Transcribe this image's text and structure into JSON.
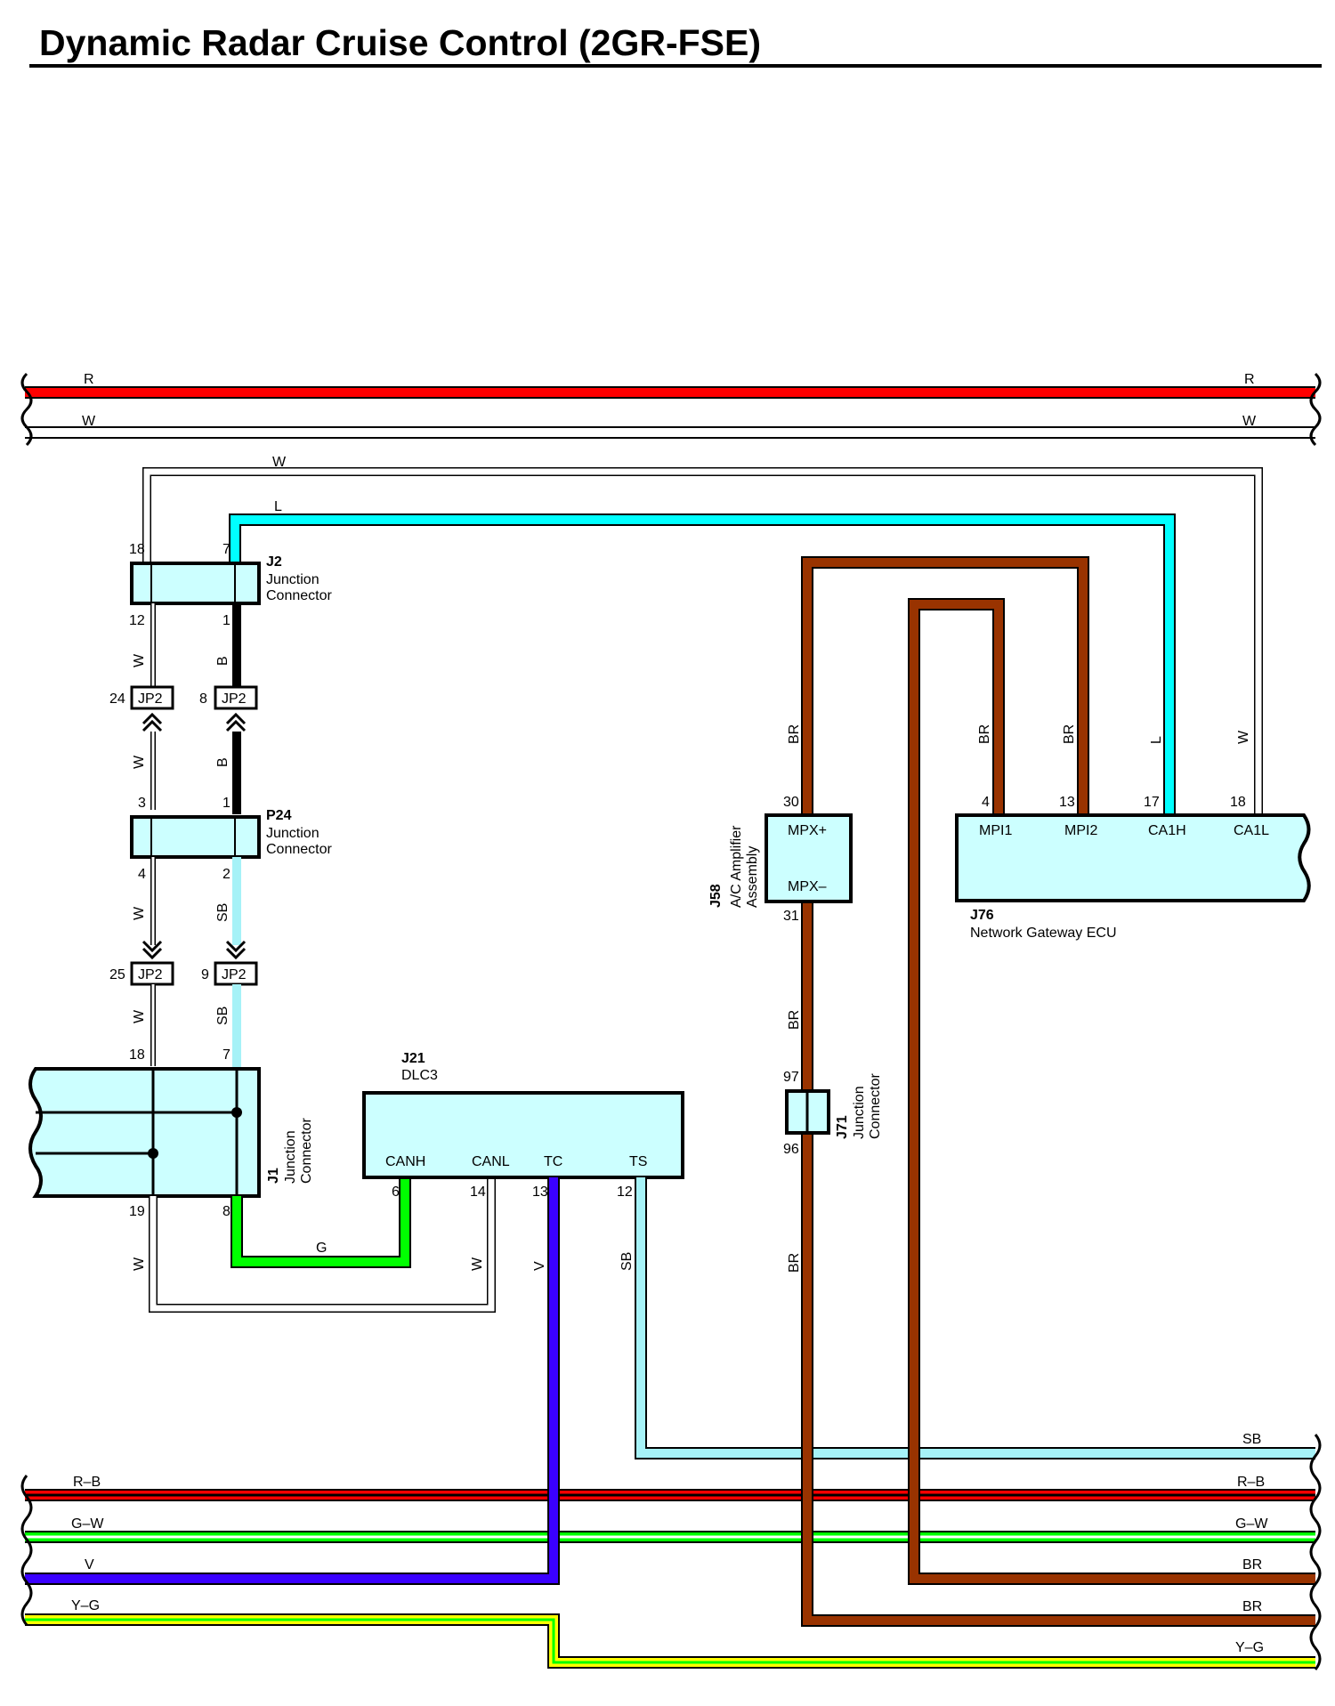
{
  "title": "Dynamic Radar Cruise Control (2GR-FSE)",
  "colors": {
    "R": "#ff0000",
    "W": "#ffffff",
    "L": "#00ffff",
    "B": "#000000",
    "SB": "#a6f2f7",
    "G": "#00ff00",
    "V": "#3a00ff",
    "BR": "#993300",
    "Y": "#ffff00",
    "comp_fill": "#ccffff"
  },
  "bus_wires": {
    "top": [
      {
        "label_left": "R",
        "label_right": "R",
        "color": "R"
      },
      {
        "label_left": "W",
        "label_right": "W",
        "color": "W"
      }
    ],
    "bottom": [
      {
        "label_right": "SB",
        "color": "SB"
      },
      {
        "label_left": "R–B",
        "label_right": "R–B",
        "color": "R",
        "stripe": "B"
      },
      {
        "label_left": "G–W",
        "label_right": "G–W",
        "color": "G",
        "stripe": "W"
      },
      {
        "label_left": "V",
        "label_right": "BR",
        "color": "V"
      },
      {
        "label_left": "Y–G",
        "label_right": "BR",
        "color": "Y",
        "stripe": "G"
      },
      {
        "label_right": "Y–G",
        "color": "Y",
        "stripe": "G"
      }
    ]
  },
  "components": {
    "j2": {
      "code": "J2",
      "name_line1": "Junction",
      "name_line2": "Connector",
      "pins": [
        "18",
        "7",
        "12",
        "1"
      ]
    },
    "jp2_top": {
      "label": "JP2",
      "pin_left": "24",
      "pin_right": "8"
    },
    "p24": {
      "code": "P24",
      "name_line1": "Junction",
      "name_line2": "Connector",
      "pins": [
        "3",
        "1",
        "4",
        "2"
      ]
    },
    "jp2_bottom": {
      "label": "JP2",
      "pin_left": "25",
      "pin_right": "9"
    },
    "j1": {
      "code": "J1",
      "name_line1": "Junction",
      "name_line2": "Connector",
      "pins": [
        "18",
        "7",
        "19",
        "8"
      ]
    },
    "j21": {
      "code": "J21",
      "name": "DLC3",
      "terminals": [
        "CANH",
        "CANL",
        "TC",
        "TS"
      ],
      "pins": [
        "6",
        "14",
        "13",
        "12"
      ]
    },
    "j58": {
      "code": "J58",
      "name_line1": "A/C Amplifier",
      "name_line2": "Assembly",
      "terminals": [
        "MPX+",
        "MPX–"
      ],
      "pins": [
        "30",
        "31"
      ]
    },
    "j71": {
      "code": "J71",
      "name_line1": "Junction",
      "name_line2": "Connector",
      "pins": [
        "97",
        "96"
      ]
    },
    "j76": {
      "code": "J76",
      "name": "Network Gateway ECU",
      "terminals": [
        "MPI1",
        "MPI2",
        "CA1H",
        "CA1L"
      ],
      "pins": [
        "4",
        "13",
        "17",
        "18"
      ]
    }
  },
  "wire_labels": {
    "w_loop_top": "W",
    "l_top": "L",
    "w_j2_jp2": "W",
    "b_j2_jp2": "B",
    "w_jp2_p24": "W",
    "b_jp2_p24": "B",
    "w_p24_jp2": "W",
    "sb_p24_jp2": "SB",
    "w_jp2_j1": "W",
    "sb_jp2_j1": "SB",
    "w_j1_bottom": "W",
    "g_j1_dlc": "G",
    "w_dlc": "W",
    "v_dlc": "V",
    "sb_dlc": "SB",
    "br_j58_top": "BR",
    "br_mpi1": "BR",
    "br_mpi2": "BR",
    "l_ca1h": "L",
    "w_ca1l": "W",
    "br_j58_j71": "BR",
    "br_j71_bottom": "BR"
  }
}
